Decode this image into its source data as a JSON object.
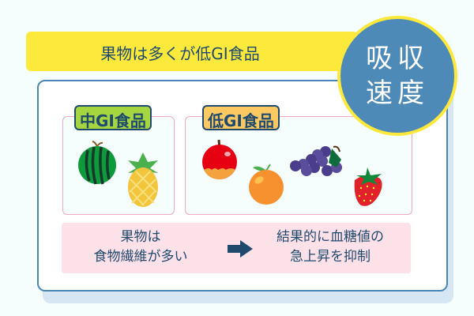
{
  "banner": {
    "text": "果物は多くが低GI食品"
  },
  "badge": {
    "line1": "吸収",
    "line2": "速度"
  },
  "groups": [
    {
      "label": "中GI食品",
      "color": "#a5d63f",
      "fruits": [
        "watermelon",
        "pineapple"
      ]
    },
    {
      "label": "低GI食品",
      "color": "#fcc862",
      "fruits": [
        "apple",
        "orange",
        "grapes",
        "strawberry"
      ]
    }
  ],
  "note": {
    "left_line1": "果物は",
    "left_line2": "食物繊維が多い",
    "right_line1": "結果的に血糖値の",
    "right_line2": "急上昇を抑制"
  },
  "colors": {
    "accent_blue": "#4d8ab8",
    "yellow": "#fde83c",
    "navy": "#1f4a6e",
    "pink_bg": "#fde1e8"
  }
}
